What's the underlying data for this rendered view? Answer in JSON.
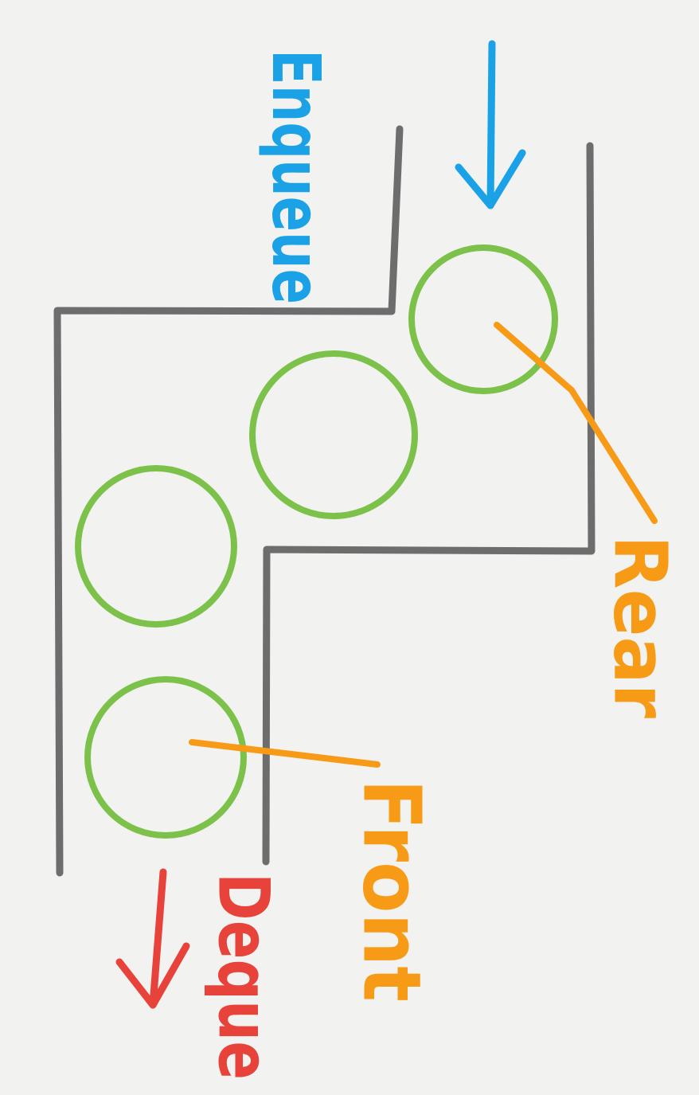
{
  "colors": {
    "background": "#f2f2f1",
    "wall": "#6d6d6d",
    "item": "#7cc14a",
    "pointer": "#f79a16",
    "enqueue": "#1ba2e6",
    "dequeue": "#e8433a"
  },
  "labels": {
    "enqueue": "Enqueue",
    "dequeue": "Deque",
    "rear": "Rear",
    "front": "Front"
  },
  "queue": {
    "item_count": 4,
    "rear_item": 1,
    "front_item": 4
  },
  "icons": {
    "enqueue_arrow": "arrow-down-icon",
    "dequeue_arrow": "arrow-down-icon"
  }
}
